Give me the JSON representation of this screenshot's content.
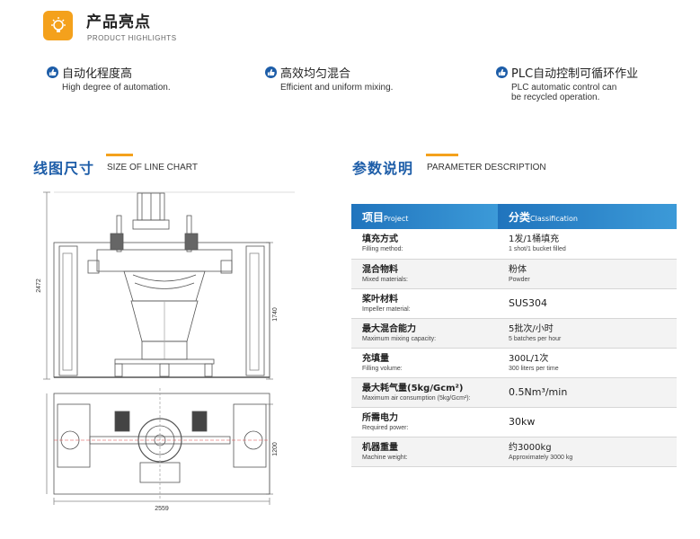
{
  "header": {
    "title": "产品亮点",
    "subtitle": "PRODUCT HIGHLIGHTS",
    "icon": "lightbulb-icon",
    "accent": "#f4a11c"
  },
  "features": [
    {
      "cn": "自动化程度高",
      "en": "High degree of automation."
    },
    {
      "cn": "高效均匀混合",
      "en": "Efficient and uniform mixing."
    },
    {
      "cn": "PLC自动控制可循环作业",
      "en": "PLC automatic control can\nbe recycled operation."
    }
  ],
  "line_chart": {
    "title_cn": "线图尺寸",
    "title_en": "SIZE OF LINE CHART",
    "dims": {
      "total_height": "2472",
      "upper_height": "1740",
      "width": "2559",
      "depth": "1200"
    }
  },
  "params": {
    "title_cn": "参数说明",
    "title_en": "PARAMETER DESCRIPTION",
    "header": {
      "project_cn": "项目",
      "project_en": "Project",
      "class_cn": "分类",
      "class_en": "Classification"
    },
    "rows": [
      {
        "cn": "填充方式",
        "en": "Filling method:",
        "value": "1发/1桶填充",
        "value_en": "1 shot/1 bucket filled"
      },
      {
        "cn": "混合物料",
        "en": "Mixed materials:",
        "value": "粉体",
        "value_en": "Powder"
      },
      {
        "cn": "桨叶材料",
        "en": "Impeller material:",
        "value": "SUS304",
        "value_en": ""
      },
      {
        "cn": "最大混合能力",
        "en": "Maximum mixing capacity:",
        "value": "5批次/小时",
        "value_en": "5 batches per hour"
      },
      {
        "cn": "充填量",
        "en": "Filling volume:",
        "value": "300L/1次",
        "value_en": "300 liters per time"
      },
      {
        "cn": "最大耗气量(5kg/Gcm²)",
        "en": "Maximum air consumption (5kg/Gcm²):",
        "value": "0.5Nm³/min",
        "value_en": ""
      },
      {
        "cn": "所需电力",
        "en": "Required power:",
        "value": "30kw",
        "value_en": ""
      },
      {
        "cn": "机器重量",
        "en": "Machine weight:",
        "value": "约3000kg",
        "value_en": "Approximately 3000 kg"
      }
    ],
    "header_color": "#2074bd"
  }
}
